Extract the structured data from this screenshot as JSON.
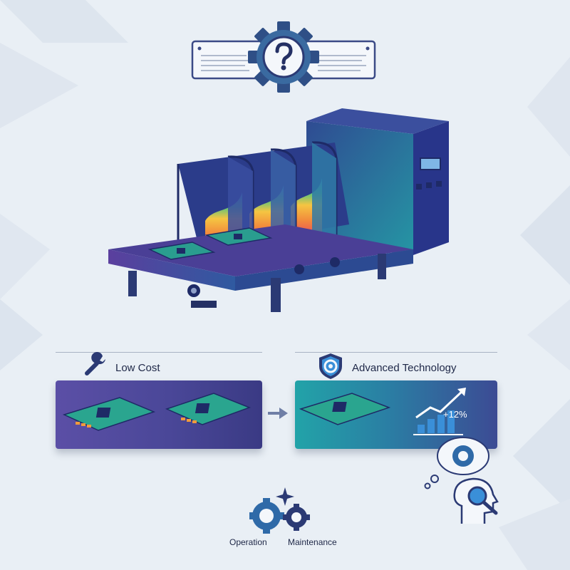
{
  "sections": {
    "left": {
      "label": "Low Cost",
      "icon": "wrench-icon"
    },
    "right": {
      "label": "Advanced Technology",
      "icon": "shield-gear-icon"
    }
  },
  "growth": {
    "label": "+12%"
  },
  "footer": {
    "operation_label": "Operation",
    "maintenance_label": "Maintenance"
  },
  "colors": {
    "background": "#e9eff5",
    "navy": "#2b3a74",
    "purple": "#4a4798",
    "teal": "#22a3a8",
    "heat_red": "#e8445a",
    "heat_orange": "#f28c3c",
    "heat_yellow": "#f5c542",
    "heat_green": "#5bc47a",
    "heat_blue": "#3a8fd8"
  }
}
